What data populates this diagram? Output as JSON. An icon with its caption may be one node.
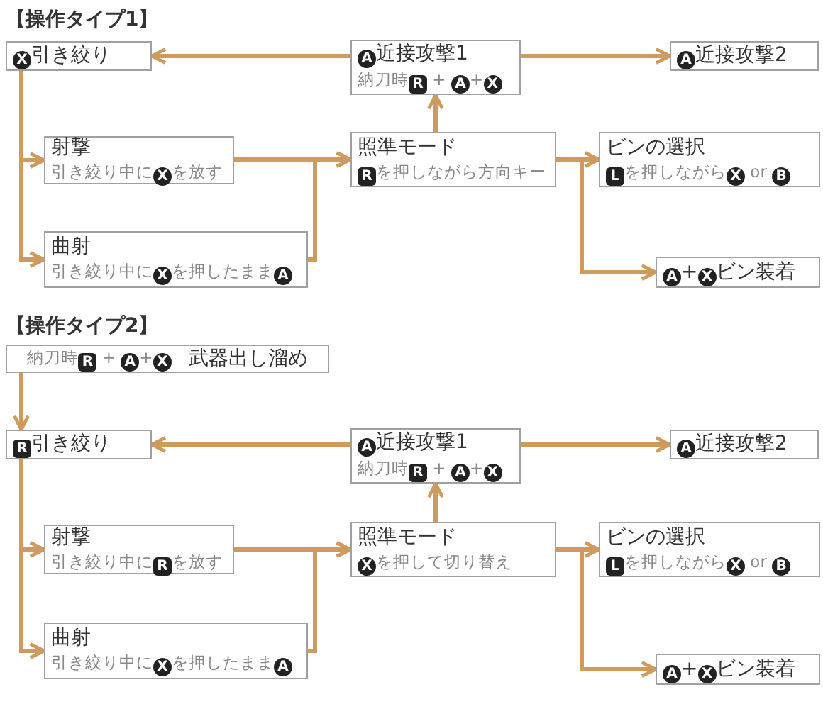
{
  "diagram": {
    "nodes": [
      {
        "text": [
          "X引き絞り"
        ]
      },
      {
        "text": [
          "A近接攻撃1",
          "納刀時R + A+X"
        ]
      },
      {
        "text": [
          "A近接攻撃2"
        ]
      },
      {
        "text": [
          "射撃",
          "引き絞り中にXを放す"
        ]
      },
      {
        "text": [
          "照準モード",
          "Rを押しながら方向キー"
        ]
      },
      {
        "text": [
          "ビンの選択",
          "Lを押しながらX or B"
        ]
      },
      {
        "text": [
          "曲射",
          "引き絞り中にXを押したままA"
        ]
      },
      {
        "text": [
          "A+Xビン装着"
        ]
      },
      {
        "text": [
          "納刀時R + A+X",
          "武器出し溜め"
        ]
      },
      {
        "text": [
          "R引き絞り"
        ]
      },
      {
        "text": [
          "A近接攻撃1",
          "納刀時R + A+X"
        ]
      },
      {
        "text": [
          "A近接攻撃2"
        ]
      },
      {
        "text": [
          "射撃",
          "引き絞り中にRを放す"
        ]
      },
      {
        "text": [
          "照準モード",
          "Xを押して切り替え"
        ]
      },
      {
        "text": [
          "ビンの選択",
          "Lを押しながらX or B"
        ]
      },
      {
        "text": [
          "曲射",
          "引き絞り中にXを押したままA"
        ]
      },
      {
        "text": [
          "A+Xビン装着"
        ]
      }
    ],
    "edges": [
      {
        "from": 1,
        "to": 0,
        "arrow": "to"
      },
      {
        "from": 1,
        "to": 2,
        "arrow": "to"
      },
      {
        "from": 0,
        "to": 3,
        "arrow": "to"
      },
      {
        "from": 0,
        "to": 6,
        "arrow": "to"
      },
      {
        "from": 3,
        "to": 4,
        "arrow": "to"
      },
      {
        "from": 6,
        "to": 4,
        "arrow": "to"
      },
      {
        "from": 4,
        "to": 1,
        "arrow": "to"
      },
      {
        "from": 4,
        "to": 5,
        "arrow": "to"
      },
      {
        "from": 4,
        "to": 7,
        "arrow": "to"
      },
      {
        "from": 8,
        "to": 9,
        "arrow": "to"
      },
      {
        "from": 10,
        "to": 9,
        "arrow": "to"
      },
      {
        "from": 10,
        "to": 11,
        "arrow": "to"
      },
      {
        "from": 9,
        "to": 12,
        "arrow": "to"
      },
      {
        "from": 9,
        "to": 15,
        "arrow": "to"
      },
      {
        "from": 12,
        "to": 13,
        "arrow": "to"
      },
      {
        "from": 15,
        "to": 13,
        "arrow": "to"
      },
      {
        "from": 13,
        "to": 10,
        "arrow": "to"
      },
      {
        "from": 13,
        "to": 14,
        "arrow": "to"
      },
      {
        "from": 13,
        "to": 16,
        "arrow": "to"
      }
    ],
    "labels": [
      "【操作タイプ1】",
      "【操作タイプ2】"
    ]
  }
}
